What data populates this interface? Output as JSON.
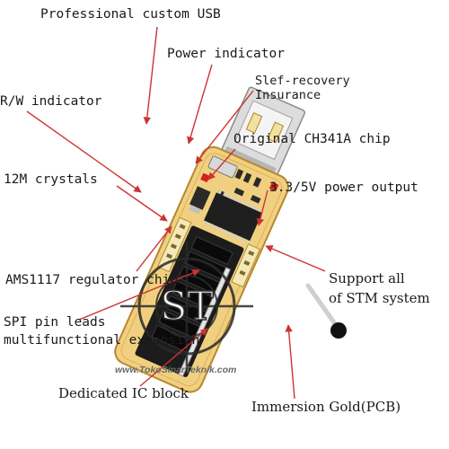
{
  "labels": {
    "usb": "Professional custom USB",
    "power": "Power indicator",
    "rw": "R/W indicator",
    "slef_line1": "Slef-recovery",
    "slef_line2": "Insurance",
    "chip": "Original CH341A chip",
    "crystal": "12M crystals",
    "power_out": "3.3/5V power output",
    "ams": "AMS1117 regulator chip",
    "support_line1": "Support all",
    "support_line2": "of STM system",
    "spi_line1": "SPI pin leads",
    "spi_line2": "multifunctional expansion",
    "ic_block": "Dedicated IC block",
    "gold": "Immersion Gold(PCB)"
  },
  "watermark": "www.TokoSinarTeknik.com",
  "logo_text": "ST",
  "colors": {
    "arrow": "#cc3333",
    "pcb": "#f0d080",
    "pcb_edge": "#b8862e",
    "socket": "#1c1c1c",
    "usb_metal": "#d6d6d6",
    "led_red": "#d02020",
    "text": "#1a1a1a"
  }
}
